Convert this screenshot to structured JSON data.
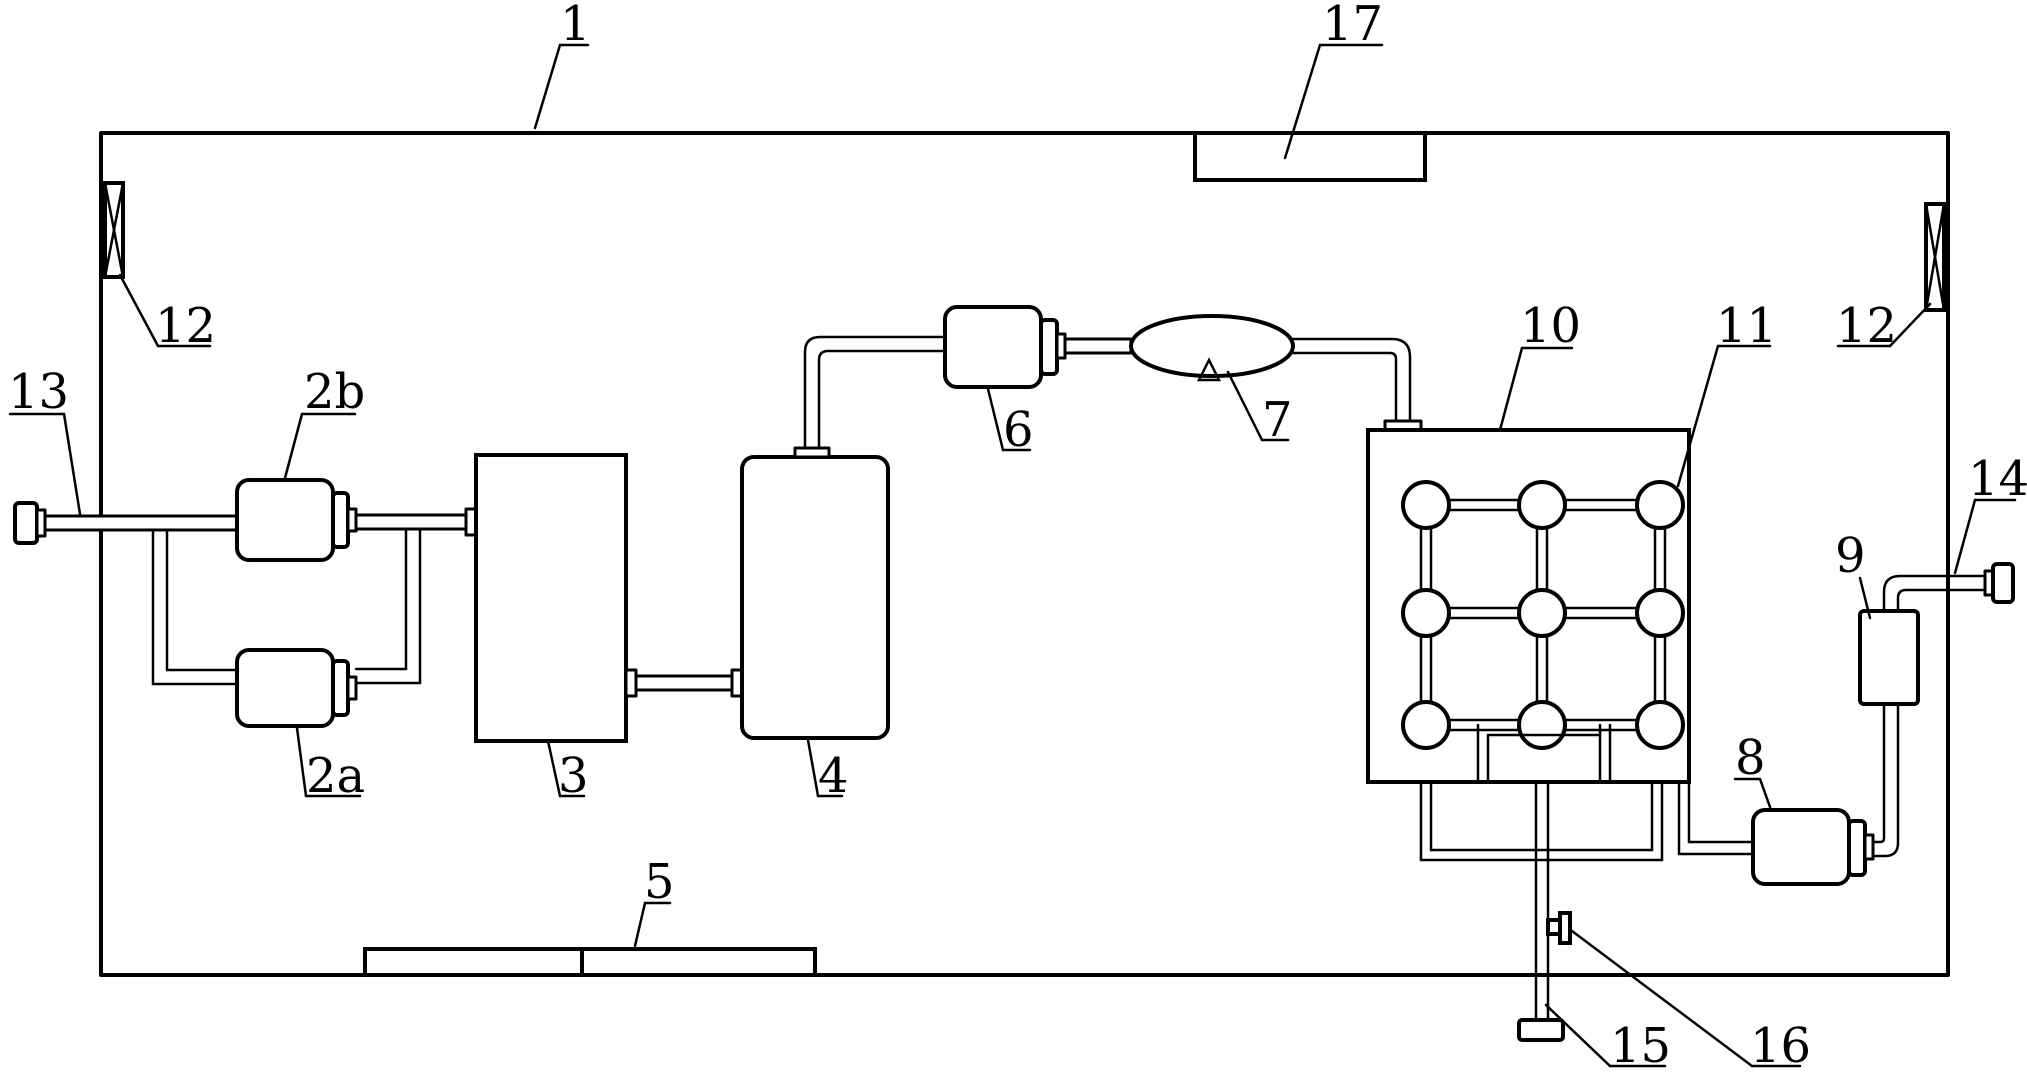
{
  "labels": {
    "l1": "1",
    "l2a": "2a",
    "l2b": "2b",
    "l3": "3",
    "l4": "4",
    "l5": "5",
    "l6": "6",
    "l7": "7",
    "l8": "8",
    "l9": "9",
    "l10": "10",
    "l11": "11",
    "l12_left": "12",
    "l12_right": "12",
    "l13": "13",
    "l14": "14",
    "l15": "15",
    "l16": "16",
    "l17": "17"
  }
}
